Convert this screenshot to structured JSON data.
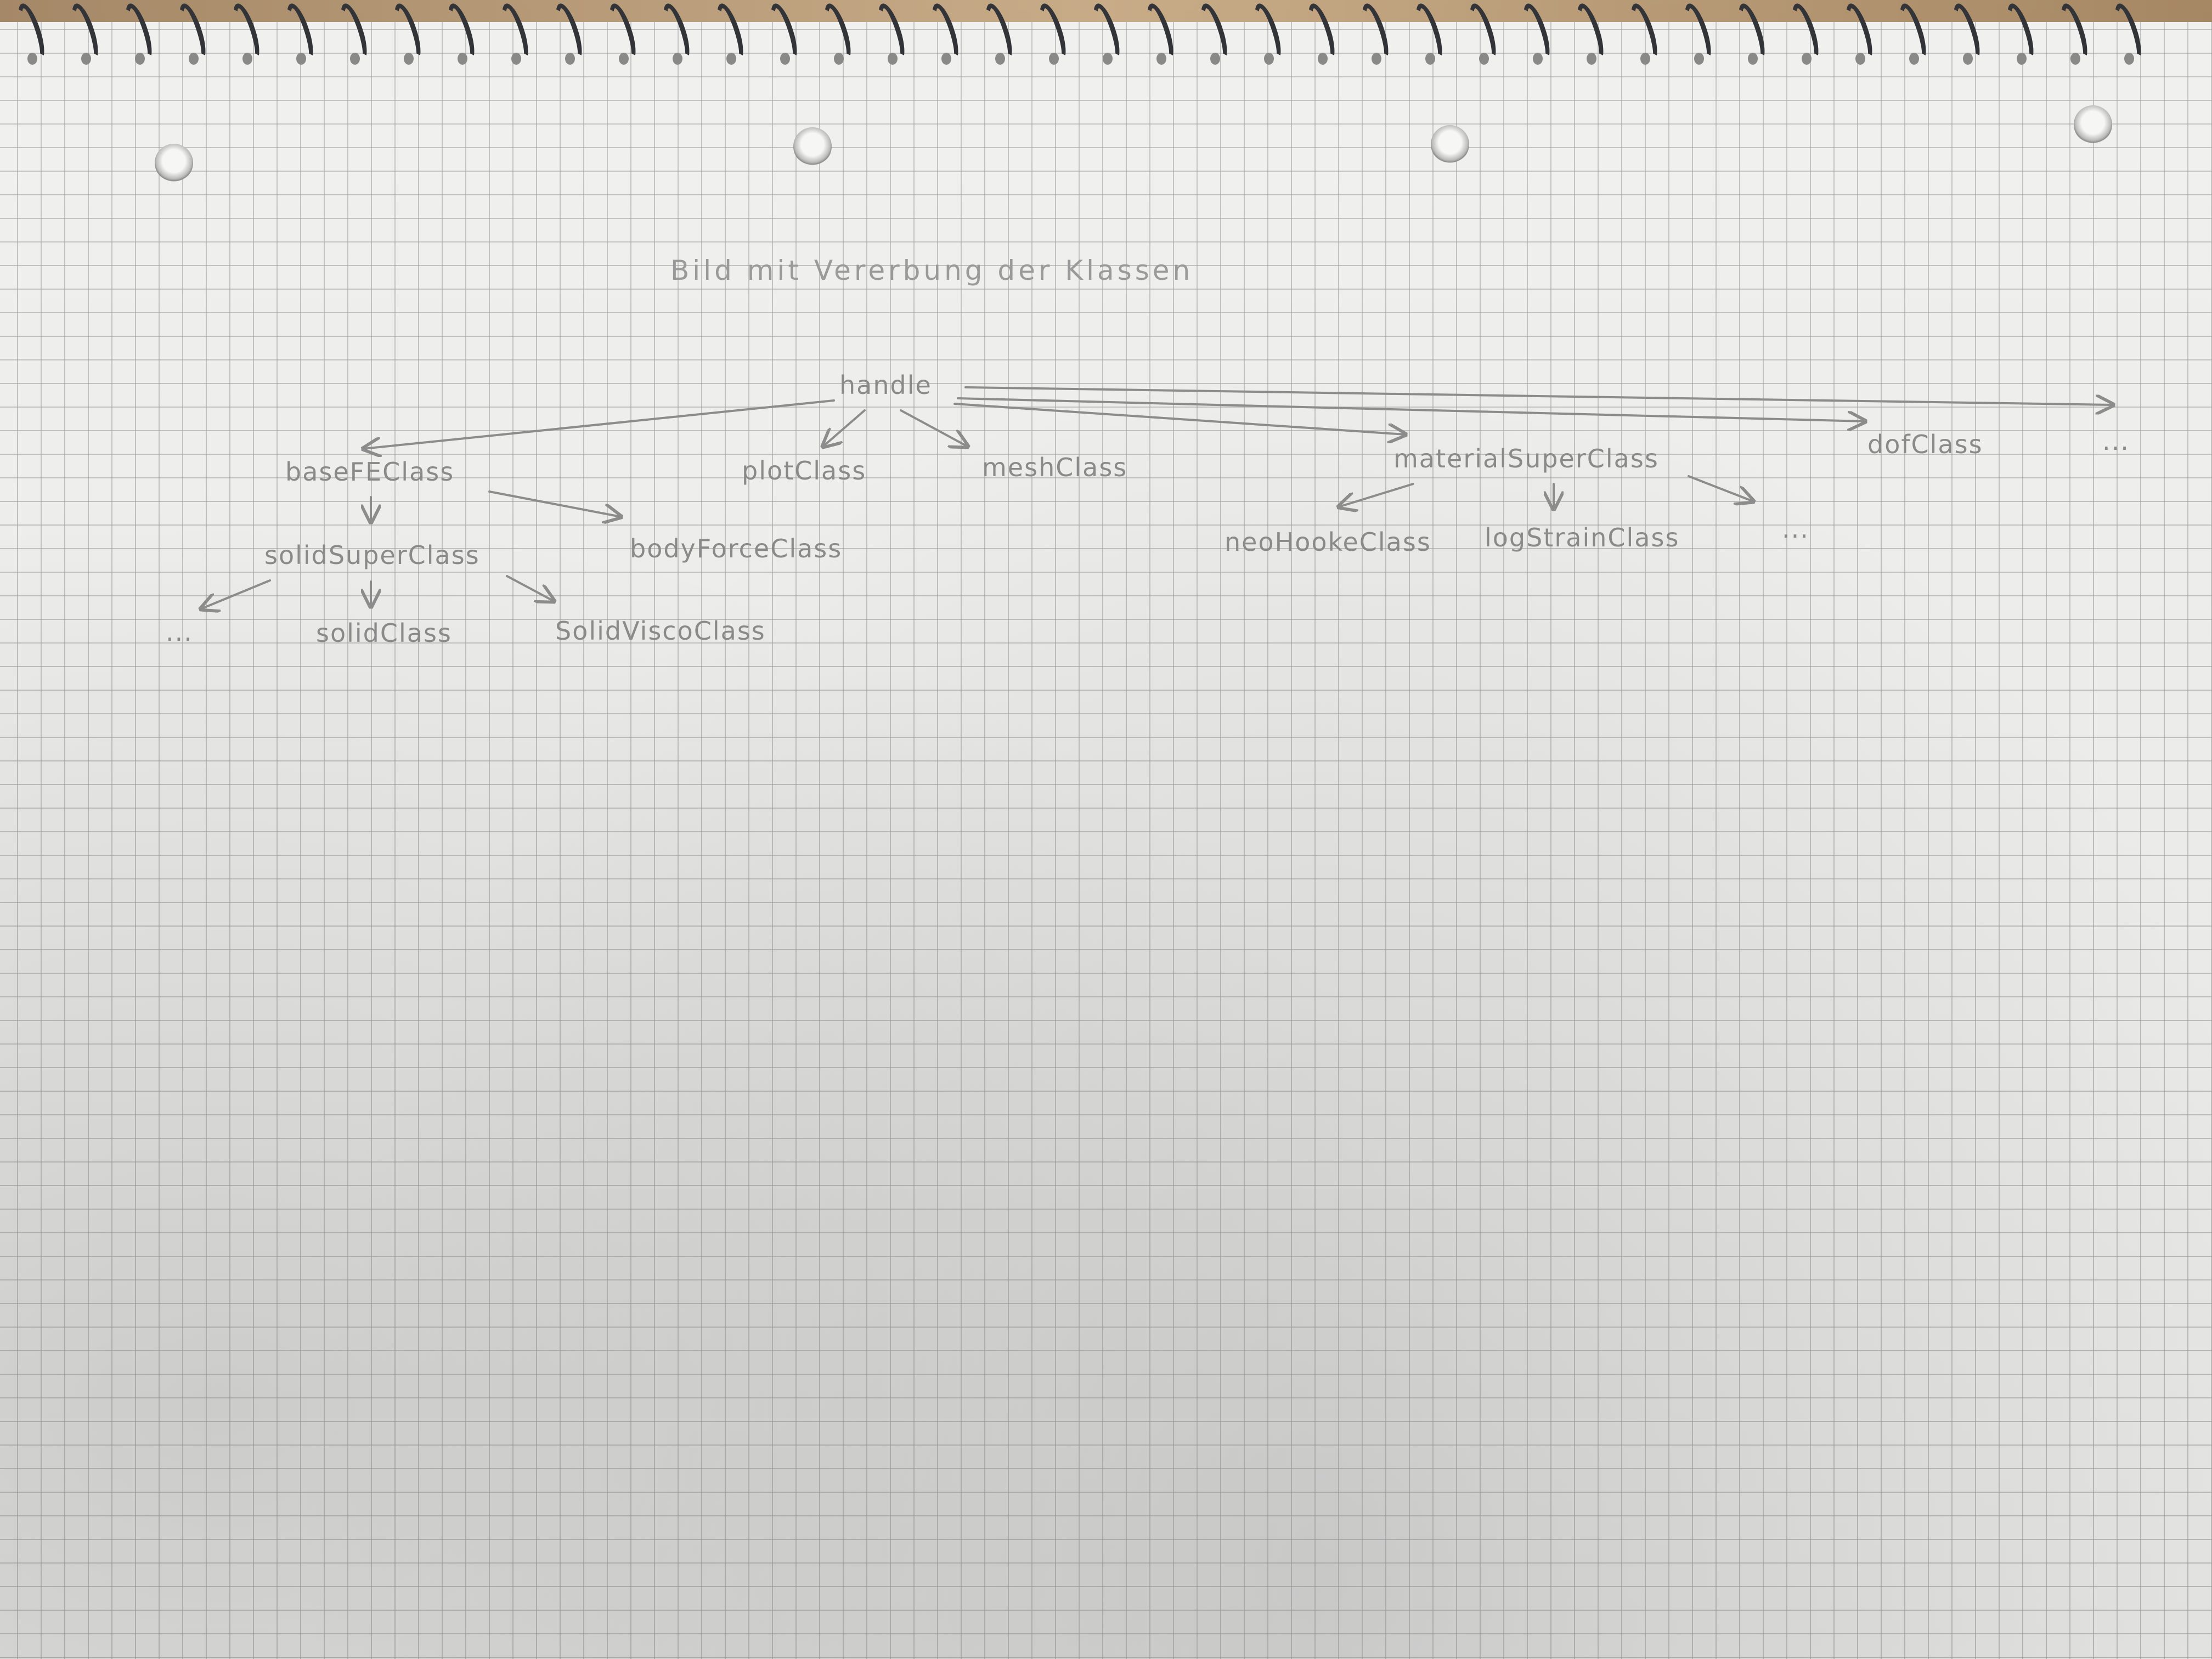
{
  "title": "Bild mit Vererbung der Klassen",
  "nodes": {
    "handle": "handle",
    "baseFEClass": "baseFEClass",
    "plotClass": "plotClass",
    "meshClass": "meshClass",
    "materialSuperClass": "materialSuperClass",
    "dofClass": "dofClass",
    "handle_more": "...",
    "solidSuperClass": "solidSuperClass",
    "bodyForceClass": "bodyForceClass",
    "neoHookeClass": "neoHookeClass",
    "logStrainClass": "logStrainClass",
    "material_more": "...",
    "solid_more": "...",
    "solidClass": "solidClass",
    "solidViscoClass": "SolidViscoClass"
  },
  "colors": {
    "paper": "#efefed",
    "grid": "#969696",
    "pencil": "#8a8a8a",
    "spiral": "#1b1d22"
  }
}
